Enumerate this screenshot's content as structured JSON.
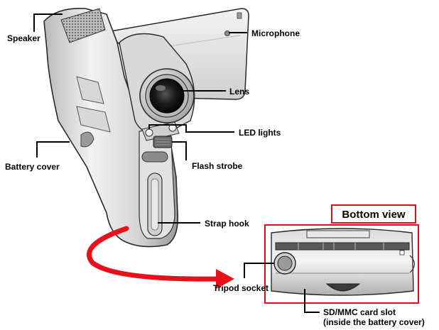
{
  "labels": {
    "speaker": "Speaker",
    "microphone": "Microphone",
    "lens": "Lens",
    "led_lights": "LED lights",
    "flash_strobe": "Flash strobe",
    "battery_cover": "Battery cover",
    "strap_hook": "Strap hook",
    "tripod_socket": "Tripod socket",
    "card_slot_line1": "SD/MMC card slot",
    "card_slot_line2": "(inside the battery cover)"
  },
  "bottom_view": {
    "title": "Bottom view",
    "frame_color": "#e0101a"
  },
  "colors": {
    "arrow": "#e8101a",
    "body_light": "#efefef",
    "body_mid": "#c8c8c8",
    "body_dark": "#8a8a8a",
    "outline": "#2a2a2a",
    "lens_glass": "#1a1a1a"
  }
}
